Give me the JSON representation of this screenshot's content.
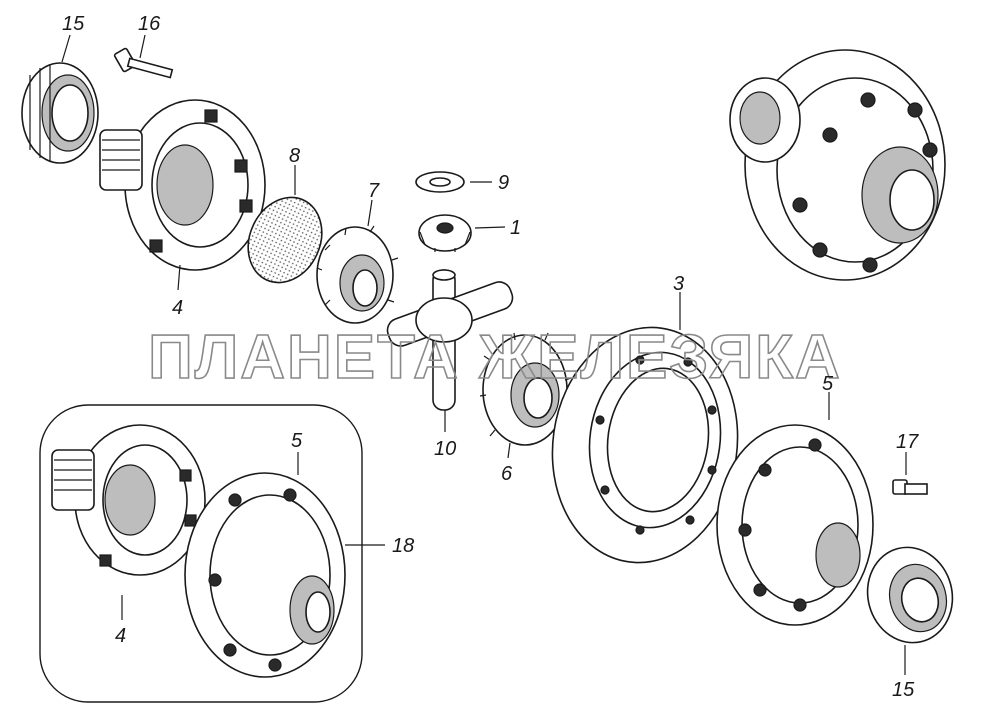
{
  "callouts": {
    "c1": "1",
    "c3": "3",
    "c4a": "4",
    "c4b": "4",
    "c5a": "5",
    "c5b": "5",
    "c6": "6",
    "c7": "7",
    "c8": "8",
    "c9": "9",
    "c10": "10",
    "c15a": "15",
    "c15b": "15",
    "c16": "16",
    "c17": "17",
    "c18": "18"
  },
  "watermark": "ПЛАНЕТА ЖЕЛЕЗЯКА"
}
